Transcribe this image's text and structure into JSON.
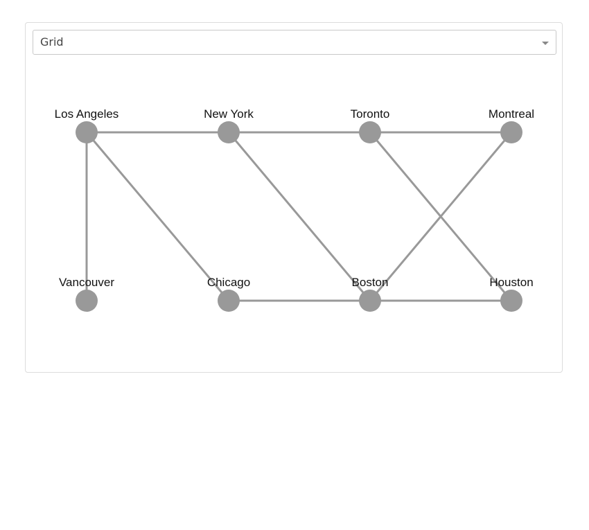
{
  "layout_select": {
    "value": "Grid",
    "caret_icon": "chevron-down-icon"
  },
  "graph": {
    "nodes": [
      {
        "id": "la",
        "label": "Los Angeles"
      },
      {
        "id": "ny",
        "label": "New York"
      },
      {
        "id": "tor",
        "label": "Toronto"
      },
      {
        "id": "mtl",
        "label": "Montreal"
      },
      {
        "id": "van",
        "label": "Vancouver"
      },
      {
        "id": "chi",
        "label": "Chicago"
      },
      {
        "id": "bos",
        "label": "Boston"
      },
      {
        "id": "hou",
        "label": "Houston"
      }
    ],
    "edges": [
      {
        "from": "la",
        "to": "ny"
      },
      {
        "from": "ny",
        "to": "tor"
      },
      {
        "from": "tor",
        "to": "mtl"
      },
      {
        "from": "la",
        "to": "van"
      },
      {
        "from": "la",
        "to": "chi"
      },
      {
        "from": "ny",
        "to": "bos"
      },
      {
        "from": "tor",
        "to": "hou"
      },
      {
        "from": "mtl",
        "to": "bos"
      },
      {
        "from": "chi",
        "to": "bos"
      },
      {
        "from": "bos",
        "to": "hou"
      }
    ],
    "node_color": "#999999",
    "edge_color": "#999999"
  }
}
